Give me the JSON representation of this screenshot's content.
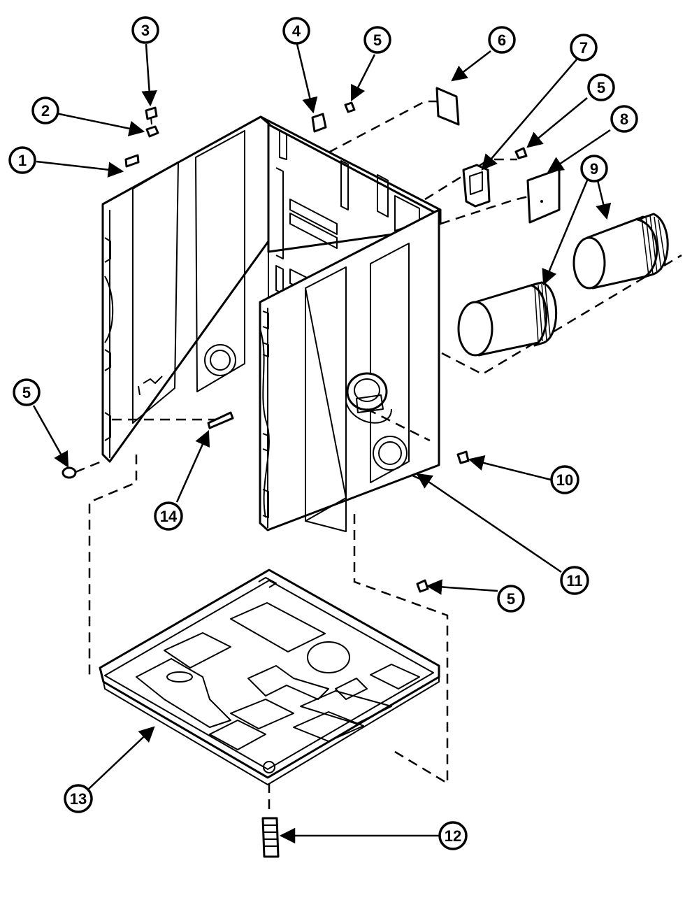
{
  "callouts": [
    {
      "id": "c1",
      "label": "1"
    },
    {
      "id": "c2",
      "label": "2"
    },
    {
      "id": "c3",
      "label": "3"
    },
    {
      "id": "c4",
      "label": "4"
    },
    {
      "id": "c5a",
      "label": "5"
    },
    {
      "id": "c6",
      "label": "6"
    },
    {
      "id": "c7",
      "label": "7"
    },
    {
      "id": "c5b",
      "label": "5"
    },
    {
      "id": "c8",
      "label": "8"
    },
    {
      "id": "c9",
      "label": "9"
    },
    {
      "id": "c5c",
      "label": "5"
    },
    {
      "id": "c10",
      "label": "10"
    },
    {
      "id": "c11",
      "label": "11"
    },
    {
      "id": "c14",
      "label": "14"
    },
    {
      "id": "c5d",
      "label": "5"
    },
    {
      "id": "c13",
      "label": "13"
    },
    {
      "id": "c12",
      "label": "12"
    }
  ]
}
